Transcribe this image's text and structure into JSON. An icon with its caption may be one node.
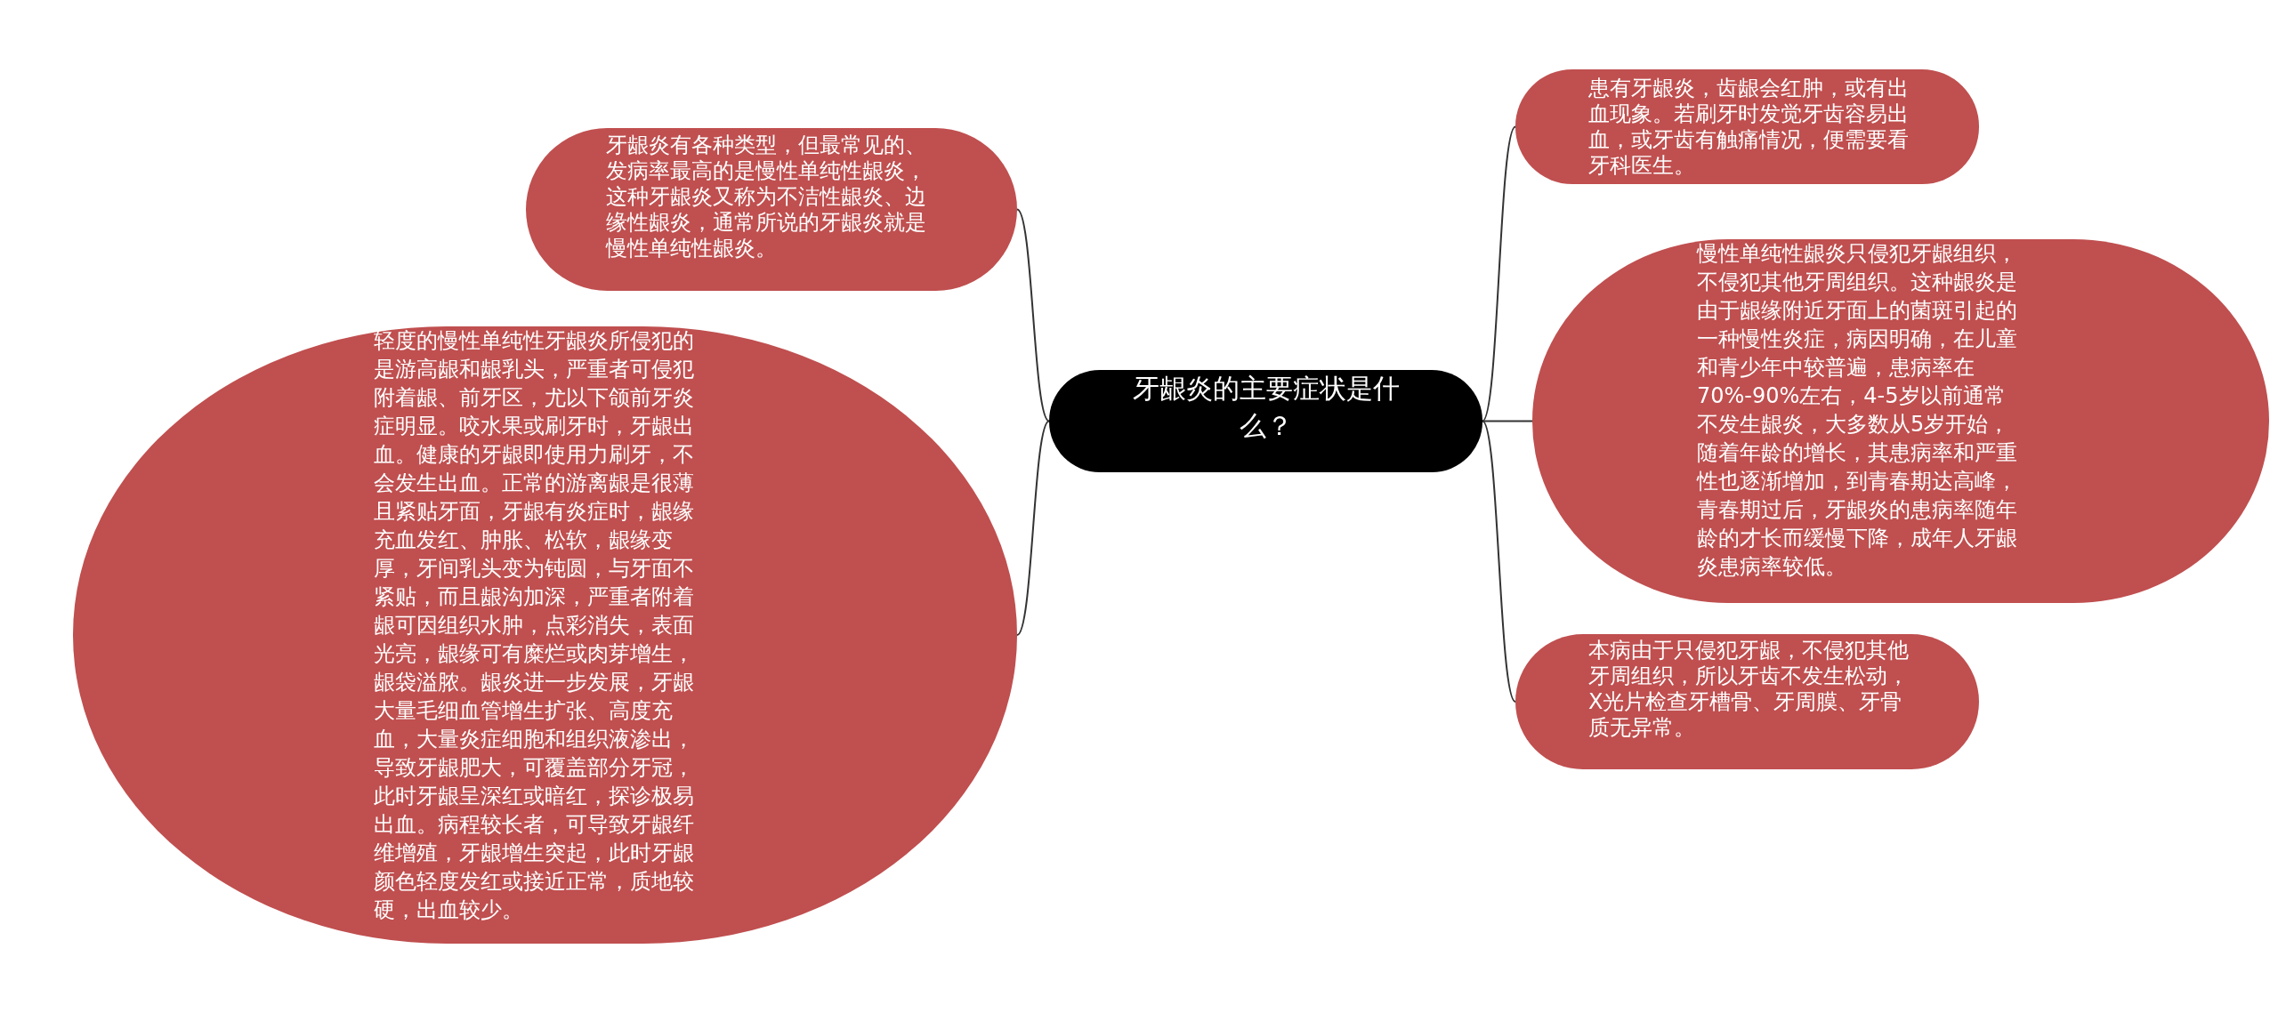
{
  "diagram": {
    "nodes": [
      {
        "text": [
          "牙龈炎的主要症状是什么？"
        ]
      },
      {
        "text": [
          "牙龈炎有各种类型，但最常见的、发病率最高的是慢性单纯性龈炎，这种牙龈炎又称为不洁性龈炎、边缘性龈炎，通常所说的牙龈炎就是慢性单纯性龈炎。"
        ]
      },
      {
        "text": [
          "轻度的慢性单纯性牙龈炎所侵犯的是游高龈和龈乳头，严重者可侵犯附着龈、前牙区，尤以下颌前牙炎症明显。咬水果或刷牙时，牙龈出血。健康的牙龈即使用力刷牙，不会发生出血。正常的游离龈是很薄且紧贴牙面，牙龈有炎症时，龈缘充血发红、肿胀、松软，龈缘变厚，牙间乳头变为钝圆，与牙面不紧贴，而且龈沟加深，严重者附着龈可因组织水肿，点彩消失，表面光亮，龈缘可有糜烂或肉芽增生，龈袋溢脓。龈炎进一步发展，牙龈大量毛细血管增生扩张、高度充血，大量炎症细胞和组织液渗出，导致牙龈肥大，可覆盖部分牙冠，此时牙龈呈深红或暗红，探诊极易出血。病程较长者，可导致牙龈纤维增殖，牙龈增生突起，此时牙龈颜色轻度发红或接近正常，质地较硬，出血较少。"
        ]
      },
      {
        "text": [
          "患有牙龈炎，齿龈会红肿，或有出血现象。若刷牙时发觉牙齿容易出血，或牙齿有触痛情况，便需要看牙科医生。"
        ]
      },
      {
        "text": [
          "慢性单纯性龈炎只侵犯牙龈组织，不侵犯其他牙周组织。这种龈炎是由于龈缘附近牙面上的菌斑引起的一种慢性炎症，病因明确，在儿童和青少年中较普遍，患病率在70%-90%左右，4-5岁以前通常不发生龈炎，大多数从5岁开始，随着年龄的增长，其患病率和严重性也逐渐增加，到青春期达高峰，青春期过后，牙龈炎的患病率随年龄的才长而缓慢下降，成年人牙龈炎患病率较低。"
        ]
      },
      {
        "text": [
          "本病由于只侵犯牙龈，不侵犯其他牙周组织，所以牙齿不发生松动，X光片检查牙槽骨、牙周膜、牙骨质无异常。"
        ]
      }
    ],
    "edges": [
      {
        "from": 0,
        "to": 1,
        "arrow": "none"
      },
      {
        "from": 0,
        "to": 2,
        "arrow": "none"
      },
      {
        "from": 0,
        "to": 3,
        "arrow": "none"
      },
      {
        "from": 0,
        "to": 4,
        "arrow": "none"
      },
      {
        "from": 0,
        "to": 5,
        "arrow": "none"
      }
    ]
  }
}
